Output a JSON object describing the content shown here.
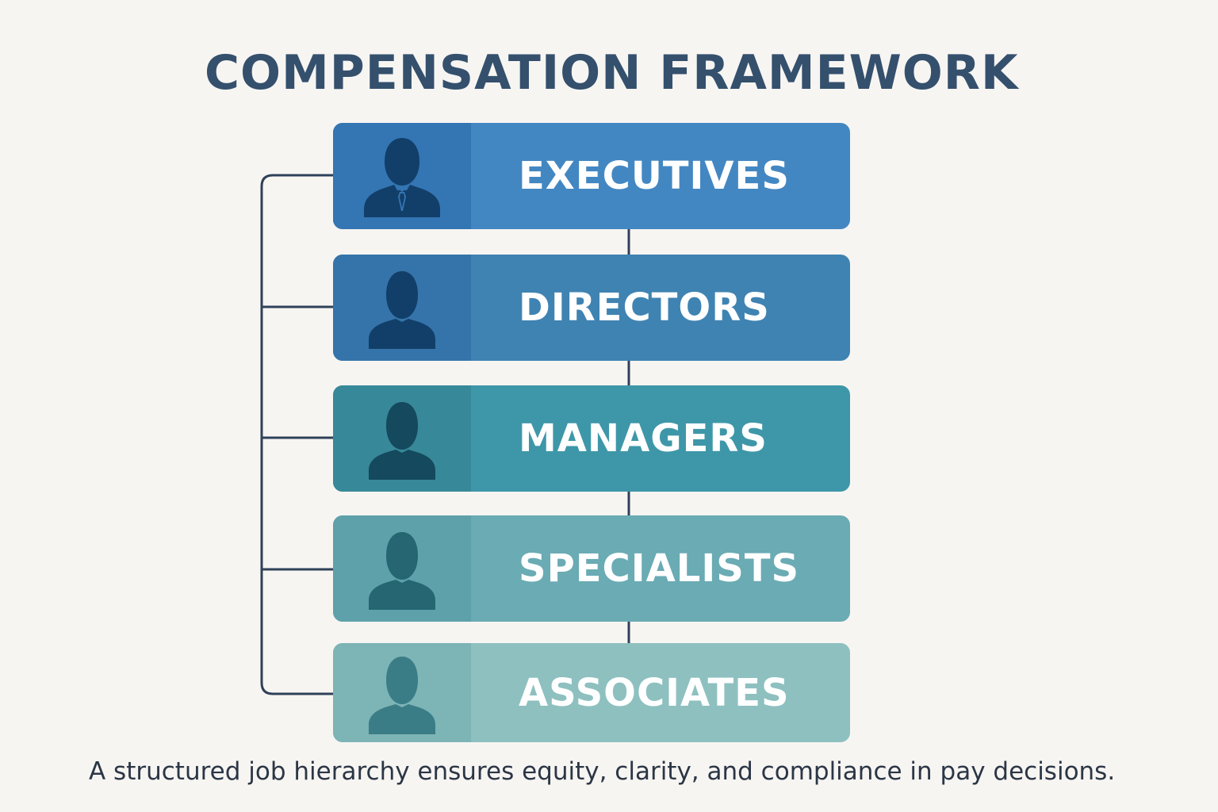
{
  "title": "COMPENSATION FRAMEWORK",
  "caption": "A structured job hierarchy ensures equity, clarity, and compliance in pay decisions.",
  "colors": {
    "background": "#f7f5f2",
    "title": "#34506d",
    "connector": "#2f4159",
    "label": "#ffffff"
  },
  "tiers": [
    {
      "label": "EXECUTIVES",
      "icon": "executive-person-icon",
      "color": "#4387c2",
      "panel": "#3475b3",
      "figure": "#123f69"
    },
    {
      "label": "DIRECTORS",
      "icon": "person-icon",
      "color": "#3f83b2",
      "panel": "#3574aa",
      "figure": "#123f69"
    },
    {
      "label": "MANAGERS",
      "icon": "person-icon",
      "color": "#3e97a8",
      "panel": "#378898",
      "figure": "#15495e"
    },
    {
      "label": "SPECIALISTS",
      "icon": "person-icon",
      "color": "#6aabb4",
      "panel": "#5ea1aa",
      "figure": "#256672"
    },
    {
      "label": "ASSOCIATES",
      "icon": "person-icon",
      "color": "#8ec0c0",
      "panel": "#7db4b5",
      "figure": "#3a7d86"
    }
  ]
}
